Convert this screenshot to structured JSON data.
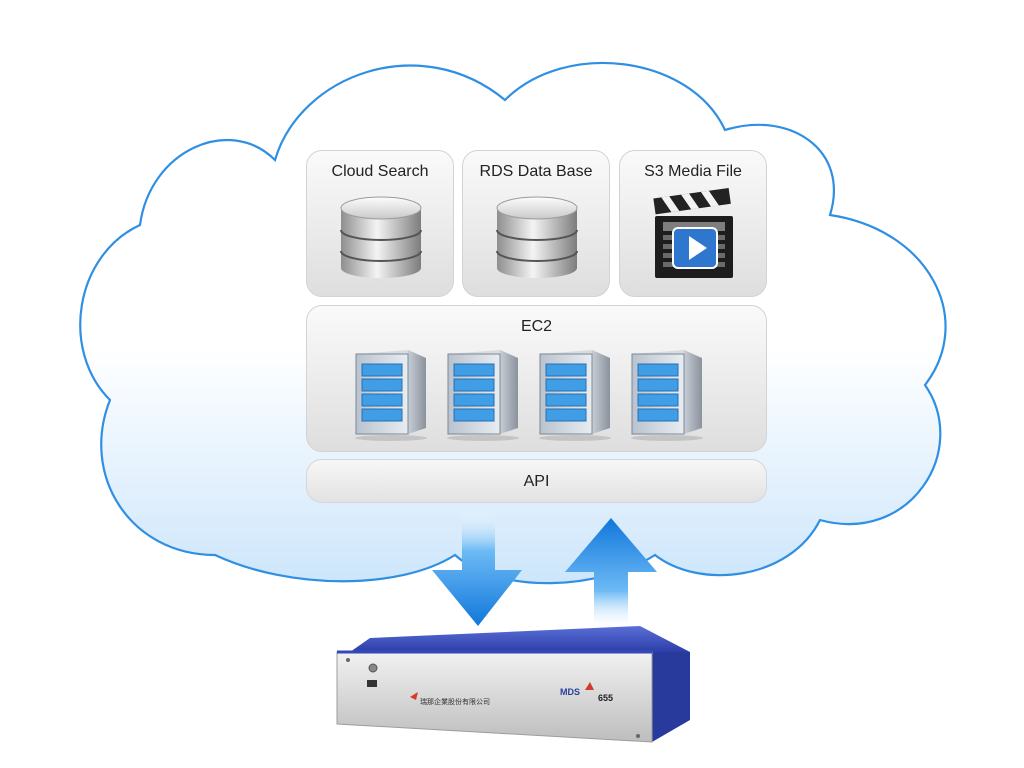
{
  "services": [
    {
      "label": "Cloud Search",
      "icon": "database-icon"
    },
    {
      "label": "RDS Data Base",
      "icon": "database-icon"
    },
    {
      "label": "S3 Media File",
      "icon": "clapperboard-play-icon"
    }
  ],
  "compute": {
    "label": "EC2",
    "server_count": 4,
    "icon": "server-tower-icon"
  },
  "api": {
    "label": "API"
  },
  "arrows": [
    {
      "direction": "down",
      "icon": "arrow-down-icon"
    },
    {
      "direction": "up",
      "icon": "arrow-up-icon"
    }
  ],
  "device": {
    "icon": "hardware-appliance-icon",
    "vendor_text": "瑞那企業股份有限公司",
    "model_text": "MDS",
    "model_number": "655"
  },
  "colors": {
    "cloud_stroke": "#2f8fe3",
    "arrow_blue": "#1e86e8",
    "device_blue": "#2e45b8",
    "server_blue": "#3f9ee6"
  }
}
